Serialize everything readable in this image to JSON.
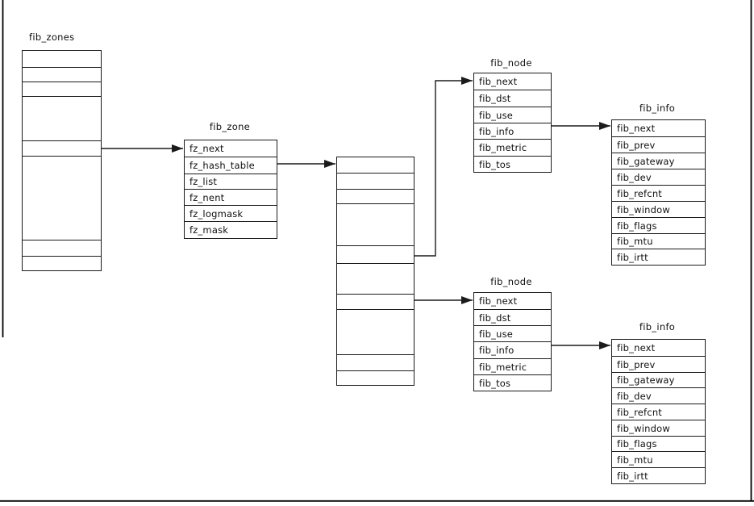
{
  "diagram": {
    "description_colors": {
      "line": "#1b1b1b",
      "background": "#ffffff"
    },
    "boxes": [
      {
        "id": "fib_zones",
        "title": "fib_zones",
        "fields": [
          "",
          "",
          "",
          "",
          "",
          "",
          "",
          ""
        ]
      },
      {
        "id": "fib_zone",
        "title": "fib_zone",
        "fields": [
          "fz_next",
          "fz_hash_table",
          "fz_list",
          "fz_nent",
          "fz_logmask",
          "fz_mask"
        ]
      },
      {
        "id": "hash_table",
        "title": "",
        "fields": [
          "",
          "",
          "",
          "",
          "",
          "",
          "",
          "",
          "",
          ""
        ]
      },
      {
        "id": "fib_node_1",
        "title": "fib_node",
        "fields": [
          "fib_next",
          "fib_dst",
          "fib_use",
          "fib_info",
          "fib_metric",
          "fib_tos"
        ]
      },
      {
        "id": "fib_info_1",
        "title": "fib_info",
        "fields": [
          "fib_next",
          "fib_prev",
          "fib_gateway",
          "fib_dev",
          "fib_refcnt",
          "fib_window",
          "fib_flags",
          "fib_mtu",
          "fib_irtt"
        ]
      },
      {
        "id": "fib_node_2",
        "title": "fib_node",
        "fields": [
          "fib_next",
          "fib_dst",
          "fib_use",
          "fib_info",
          "fib_metric",
          "fib_tos"
        ]
      },
      {
        "id": "fib_info_2",
        "title": "fib_info",
        "fields": [
          "fib_next",
          "fib_prev",
          "fib_gateway",
          "fib_dev",
          "fib_refcnt",
          "fib_window",
          "fib_flags",
          "fib_mtu",
          "fib_irtt"
        ]
      }
    ],
    "connections": [
      {
        "from": "fib_zones.entry",
        "to": "fib_zone.fz_next"
      },
      {
        "from": "fib_zone.fz_hash_table",
        "to": "hash_table.top"
      },
      {
        "from": "hash_table.bucket_upper",
        "to": "fib_node_1.fib_next"
      },
      {
        "from": "hash_table.bucket_lower",
        "to": "fib_node_2.fib_next"
      },
      {
        "from": "fib_node_1.fib_info",
        "to": "fib_info_1.fib_next"
      },
      {
        "from": "fib_node_2.fib_info",
        "to": "fib_info_2.fib_next"
      }
    ]
  }
}
